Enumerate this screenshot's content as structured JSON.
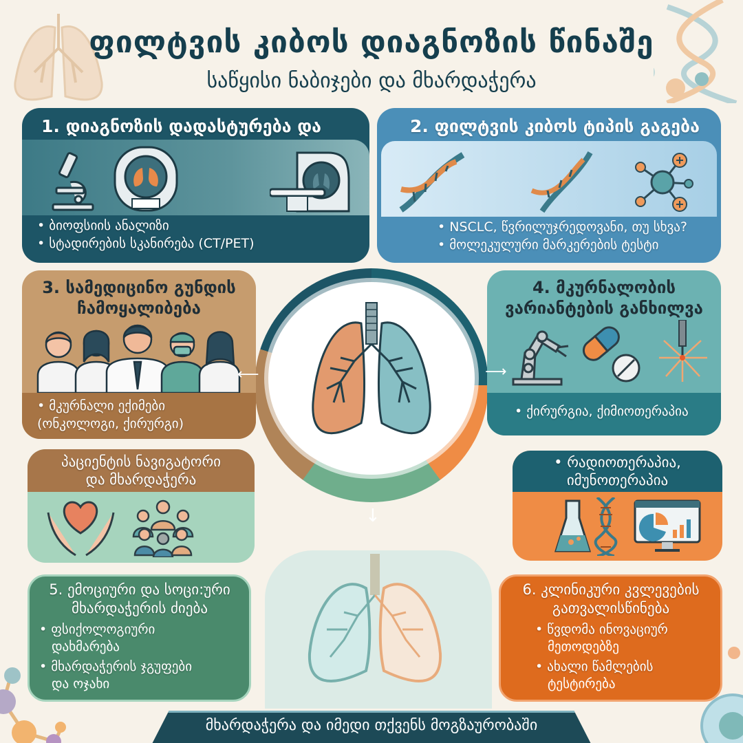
{
  "header": {
    "title": "ფილტვის კიბოს დიაგნოზის წინაშე",
    "subtitle": "საწყისი ნაბიჯები და მხარდაჭერა"
  },
  "colors": {
    "background": "#f7f2e9",
    "title": "#153e4d",
    "panel1": "#1d5566",
    "panel2": "#4b8fb8",
    "panel3": "#b08458",
    "panel4": "#5fa8aa",
    "panel_navigator": "#a7764a",
    "panel_navigator_bottom": "#a6d4bd",
    "panel_radio": "#1d6170",
    "panel_research_icons": "#ef8c45",
    "panel5": "#4a8a6c",
    "panel6": "#de6b1e",
    "footer": "#1d4a57"
  },
  "panels": {
    "diagnosis": {
      "title": "1. დიაგნოზის დადასტურება და",
      "icons": [
        "microscope-icon",
        "mri-scanner-icon",
        "ct-scanner-icon"
      ],
      "bullets": [
        "ბიოფსიის ანალიზი",
        "სტადირების სკანირება (CT/PET)"
      ]
    },
    "cancer_type": {
      "title": "2. ფილტვის კიბოს ტიპის გაგება",
      "icons": [
        "dna-icon",
        "dna-icon",
        "molecule-icon"
      ],
      "bullets": [
        "NSCLC, წვრილუჯრედოვანი, თუ სხვა?",
        "მოლეკულური მარკერების ტესტი"
      ]
    },
    "medical_team": {
      "title_line1": "3. სამედიცინო გუნდის",
      "title_line2": "ჩამოყალიბება",
      "icons": [
        "doctors-group-icon"
      ],
      "bullets": [
        "მკურნალი ექიმები (ონკოლოგი, ქირურგი)"
      ]
    },
    "treatment": {
      "title_line1": "4. მკურნალობის",
      "title_line2": "ვარიანტების განხილვა",
      "icons": [
        "robotic-arm-icon",
        "capsule-icon",
        "pill-icon",
        "laser-icon"
      ],
      "bullets": [
        "ქირურგია, ქიმიოთერაპია"
      ]
    },
    "navigator": {
      "title_line1": "პაციენტის ნავიგატორი",
      "title_line2": "და მხარდაჭერა",
      "icons": [
        "heart-in-hands-icon",
        "support-group-icon"
      ]
    },
    "radio_immuno": {
      "bullet_line1": "რადიოთერაპია,",
      "bullet_line2": "იმუნოთერაპია",
      "icons": [
        "flask-icon",
        "dna-icon",
        "analytics-monitor-icon"
      ]
    },
    "emotional": {
      "title_line1": "5. ემოციური და სოცი:ური",
      "title_line2": "მხარდაჭერის ძიება",
      "bullets": [
        {
          "line1": "ფსიქოლოგიური",
          "line2": "დახმარება"
        },
        {
          "line1": "მხარდაჭერის ჯგუფები",
          "line2": "და ოჯახი"
        }
      ]
    },
    "clinical_trials": {
      "title_line1": "6. კლინიკური კვლევების",
      "title_line2": "გათვალისწინება",
      "bullets": [
        {
          "line1": "წვდომა ინოვაციურ",
          "line2": "მეთოდებზე"
        },
        {
          "line1": "ახალი წამლების",
          "line2": "ტესტირება"
        }
      ]
    }
  },
  "center": {
    "icon": "lungs-icon"
  },
  "footer": {
    "text": "მხარდაჭერა და იმედი თქვენს მოგზაურობაში"
  }
}
